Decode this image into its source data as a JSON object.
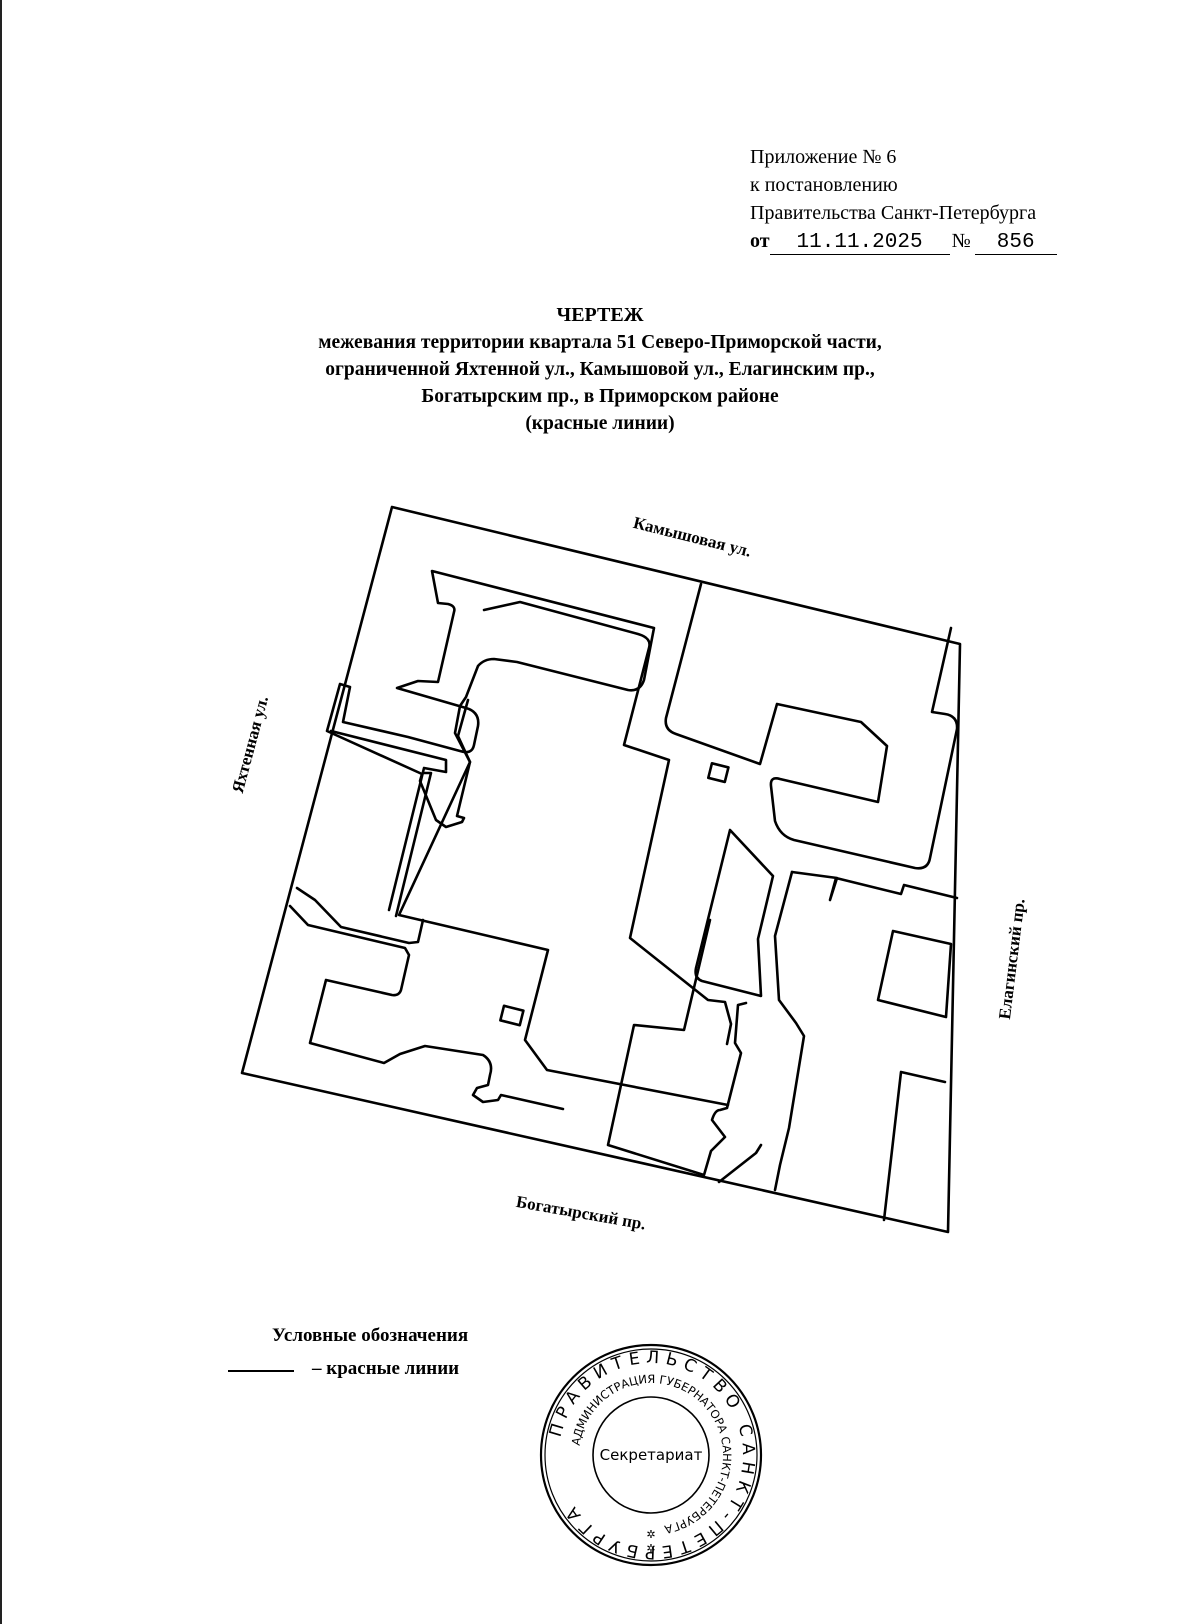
{
  "header": {
    "line1": "Приложение № 6",
    "line2": "к постановлению",
    "line3": "Правительства Санкт-Петербурга",
    "date_prefix": "от",
    "date": "11.11.2025",
    "number_prefix": "№",
    "number": "856"
  },
  "title": {
    "main": "ЧЕРТЕЖ",
    "line1": "межевания территории квартала 51 Северо-Приморской части,",
    "line2": "ограниченной Яхтенной ул., Камышовой ул., Елагинским пр.,",
    "line3": "Богатырским пр., в Приморском районе",
    "line4": "(красные линии)"
  },
  "streets": {
    "north": "Камышовая ул.",
    "west": "Яхтенная ул.",
    "east": "Елагинский пр.",
    "south": "Богатырский пр."
  },
  "legend": {
    "title": "Условные обозначения",
    "item_label": "– красные линии",
    "line_color": "#000000"
  },
  "stamp": {
    "outer_text": "ПРАВИТЕЛЬСТВО САНКТ-ПЕТЕРБУРГА",
    "inner_text": "АДМИНИСТРАЦИЯ ГУБЕРНАТОРА САНКТ-ПЕТЕРБУРГА",
    "center_text": "Секретариат"
  },
  "colors": {
    "ink": "#000000",
    "paper": "#ffffff"
  }
}
